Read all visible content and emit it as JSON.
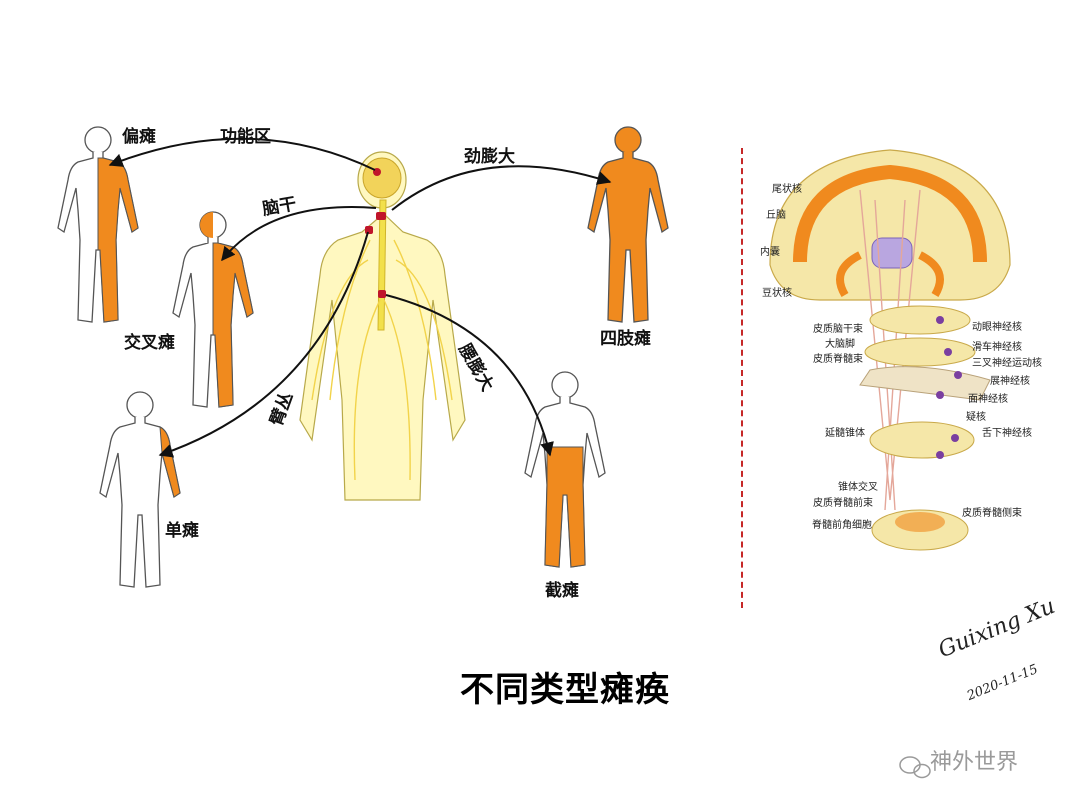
{
  "title": "不同类型瘫痪",
  "labels": {
    "pianTan": "偏瘫",
    "gongNengQu": "功能区",
    "naoGan": "脑干",
    "jiaoChaTan": "交叉瘫",
    "jingPengDa": "劲膨大",
    "siZhiTan": "四肢瘫",
    "yaoPengDa": "腰膨大",
    "biCong": "臂丛",
    "danTan": "单瘫",
    "jieTan": "截瘫"
  },
  "anatomy": {
    "weiZhuangHe": "尾状核",
    "qiuNao": "丘脑",
    "neiNang": "内囊",
    "douZhuangHe": "豆状核",
    "piZhiNaoGanShu": "皮质脑干束",
    "daNaoJiao": "大脑脚",
    "piZhiJiSuiShu": "皮质脊髓束",
    "dongYanShenJingHe": "动眼神经核",
    "huaCheShenJingHe": "滑车神经核",
    "sanChaShenJingYunDongHe": "三叉神经运动核",
    "zhanShenJingHe": "展神经核",
    "mianShenJingHe": "面神经核",
    "yiHe": "疑核",
    "sheXiaShenJingHe": "舌下神经核",
    "yanSuiZhuiTi": "延髓锥体",
    "zhuiTiJiaoCha": "锥体交叉",
    "piZhiJiSuiQianShu": "皮质脊髓前束",
    "piZhiJiSuiCeShu": "皮质脊髓侧束",
    "jiSuiQianJiaoXiBao": "脊髓前角细胞"
  },
  "signature": {
    "name": "Guixing Xu",
    "date": "2020-11-15"
  },
  "watermark": "神外世界",
  "colors": {
    "affected": "#f08a1e",
    "nerve": "#f2e04a",
    "lesion": "#c0152a",
    "divider": "#c62828"
  }
}
